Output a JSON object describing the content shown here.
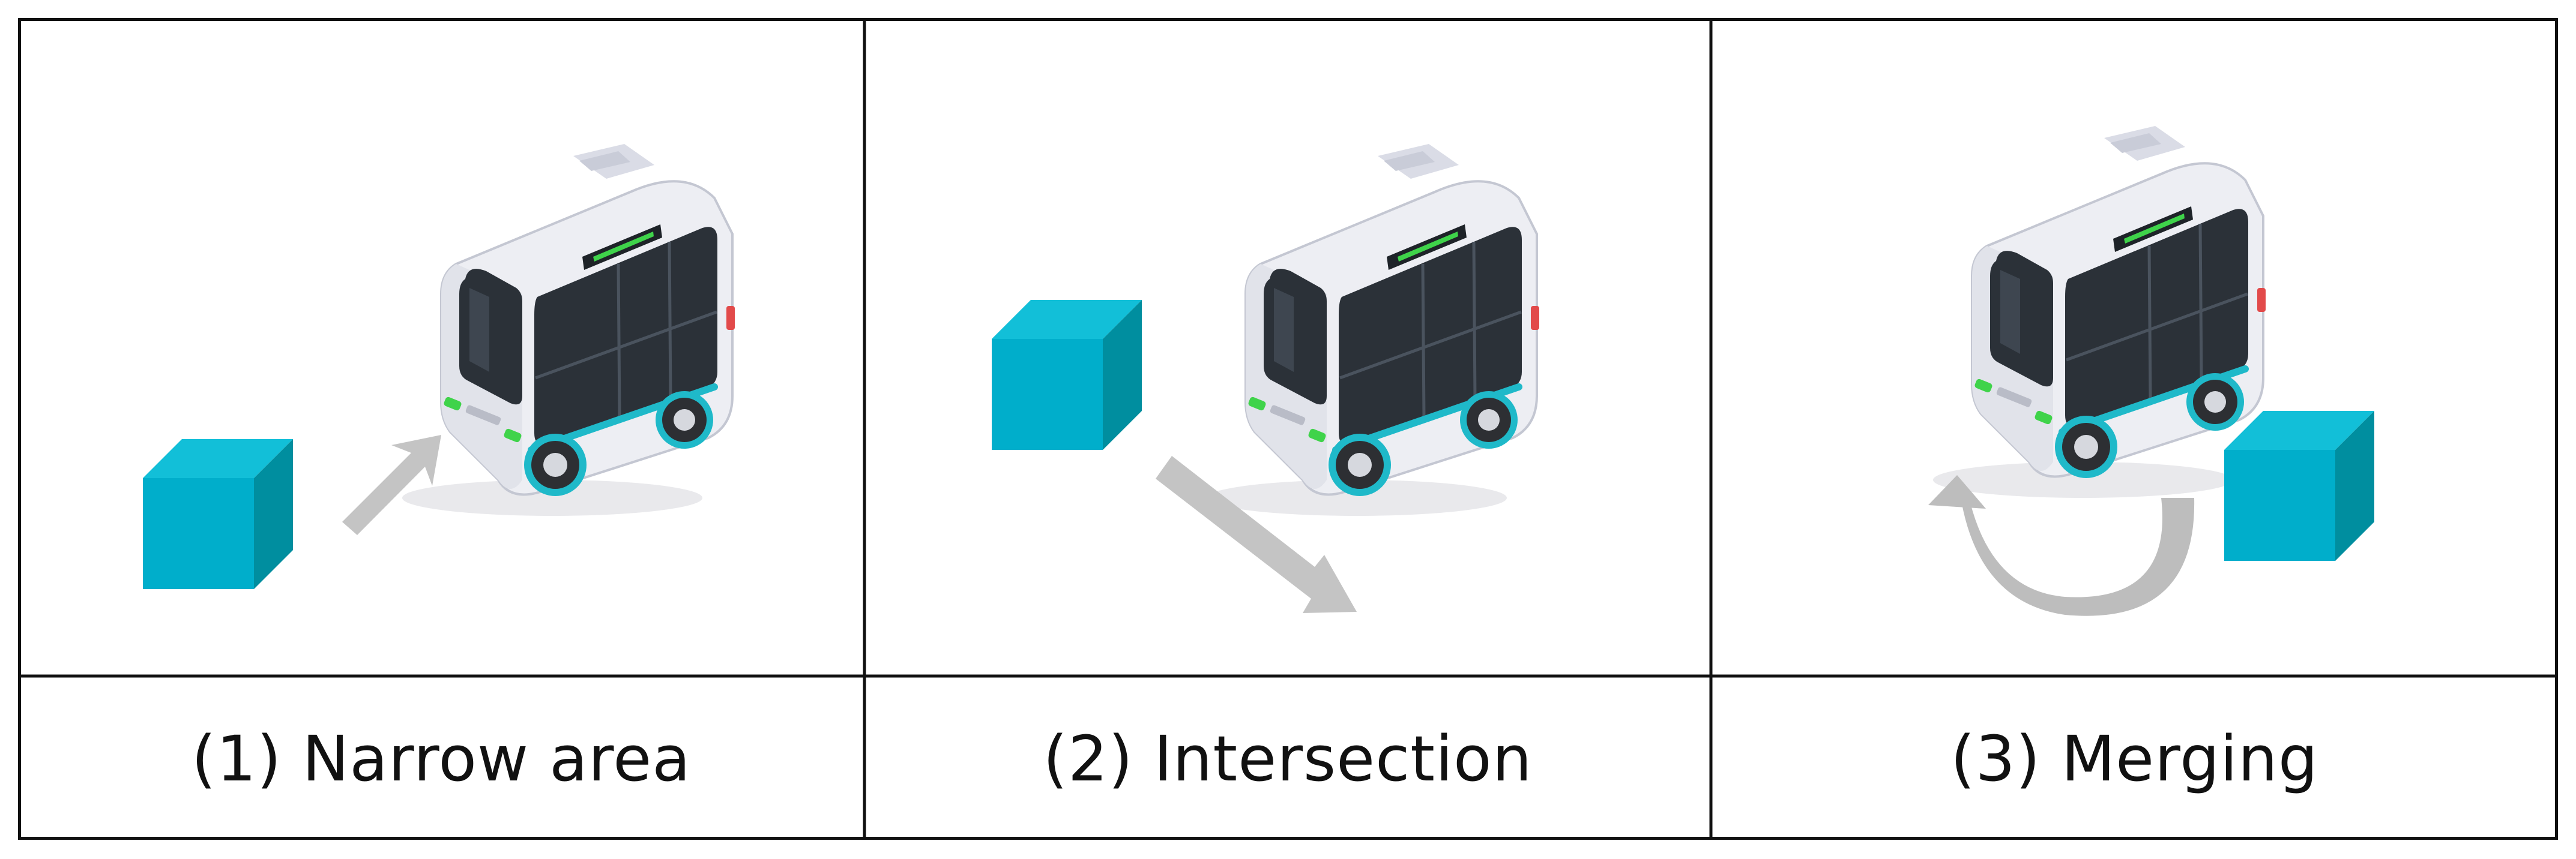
{
  "panels": [
    {
      "id": "narrow-area",
      "caption": "(1) Narrow area"
    },
    {
      "id": "intersection",
      "caption": "(2) Intersection"
    },
    {
      "id": "merging",
      "caption": "(3) Merging"
    }
  ],
  "colors": {
    "border": "#111111",
    "cube_front": "#00AECB",
    "cube_top": "#12BFD8",
    "cube_side": "#008E9F",
    "arrow": "#C4C4C4",
    "vehicle_body": "#EDEEF3",
    "vehicle_trim": "#1FB9C9",
    "vehicle_glass": "#2B3138",
    "vehicle_lights": "#3FD34A"
  },
  "icons": [
    "autonomous-shuttle-icon",
    "obstacle-cube-icon",
    "movement-arrow-icon",
    "curved-arrow-icon"
  ]
}
